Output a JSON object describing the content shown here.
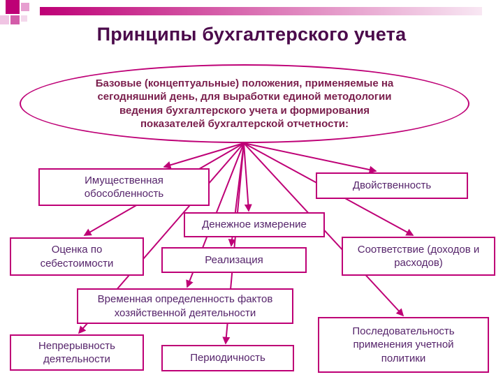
{
  "slide": {
    "title": "Принципы бухгалтерского учета",
    "ellipse_lines": [
      "Базовые (концептуальные) положения, применяемые на",
      "сегодняшний день, для выработки единой методологии",
      "ведения бухгалтерского учета и формирования",
      "показателей бухгалтерской отчетности:"
    ],
    "nodes": [
      {
        "id": "property-isolation",
        "label": "Имущественная обособленность"
      },
      {
        "id": "duality",
        "label": "Двойственность"
      },
      {
        "id": "monetary-measurement",
        "label": "Денежное измерение"
      },
      {
        "id": "cost-valuation",
        "label": "Оценка по себестоимости"
      },
      {
        "id": "realization",
        "label": "Реализация"
      },
      {
        "id": "matching",
        "label": "Соответствие (доходов и расходов)"
      },
      {
        "id": "temporal-certainty",
        "label": "Временная определенность фактов хозяйственной деятельности"
      },
      {
        "id": "going-concern",
        "label": "Непрерывность деятельности"
      },
      {
        "id": "periodicity",
        "label": "Периодичность"
      },
      {
        "id": "consistency",
        "label": "Последовательность применения учетной политики"
      }
    ],
    "colors": {
      "accent": "#BE0076",
      "title_text": "#4B0A4B",
      "body_text": "#56246B",
      "ellipse_text": "#7A1E4C"
    }
  }
}
